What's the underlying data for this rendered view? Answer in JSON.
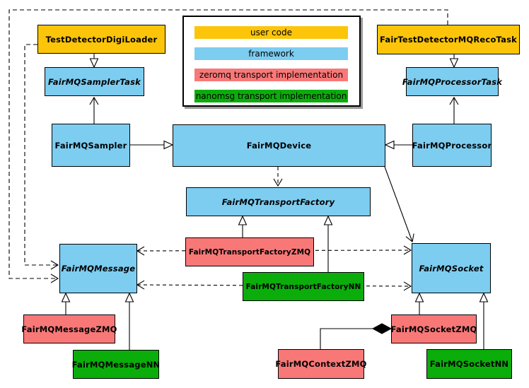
{
  "colors": {
    "user_code": "#fcc50a",
    "framework": "#7dcdf1",
    "zeromq": "#f87878",
    "nanomsg": "#0bad0b",
    "line": "#000000",
    "background": "#ffffff"
  },
  "legend": {
    "items": [
      {
        "label": "user code",
        "category": "user_code"
      },
      {
        "label": "framework",
        "category": "framework"
      },
      {
        "label": "zeromq transport implementation",
        "category": "zeromq"
      },
      {
        "label": "nanomsg transport implementation",
        "category": "nanomsg"
      }
    ]
  },
  "nodes": {
    "testDetectorDigiLoader": {
      "label": "TestDetectorDigiLoader",
      "category": "user_code",
      "abstract": false
    },
    "fairTestDetectorMQRecoTask": {
      "label": "FairTestDetectorMQRecoTask",
      "category": "user_code",
      "abstract": false
    },
    "fairMQSamplerTask": {
      "label": "FairMQSamplerTask",
      "category": "framework",
      "abstract": true
    },
    "fairMQProcessorTask": {
      "label": "FairMQProcessorTask",
      "category": "framework",
      "abstract": true
    },
    "fairMQSampler": {
      "label": "FairMQSampler",
      "category": "framework",
      "abstract": false
    },
    "fairMQDevice": {
      "label": "FairMQDevice",
      "category": "framework",
      "abstract": false
    },
    "fairMQProcessor": {
      "label": "FairMQProcessor",
      "category": "framework",
      "abstract": false
    },
    "fairMQTransportFactory": {
      "label": "FairMQTransportFactory",
      "category": "framework",
      "abstract": true
    },
    "fairMQTransportFactoryZMQ": {
      "label": "FairMQTransportFactoryZMQ",
      "category": "zeromq",
      "abstract": false
    },
    "fairMQTransportFactoryNN": {
      "label": "FairMQTransportFactoryNN",
      "category": "nanomsg",
      "abstract": false
    },
    "fairMQMessage": {
      "label": "FairMQMessage",
      "category": "framework",
      "abstract": true
    },
    "fairMQSocket": {
      "label": "FairMQSocket",
      "category": "framework",
      "abstract": true
    },
    "fairMQMessageZMQ": {
      "label": "FairMQMessageZMQ",
      "category": "zeromq",
      "abstract": false
    },
    "fairMQMessageNN": {
      "label": "FairMQMessageNN",
      "category": "nanomsg",
      "abstract": false
    },
    "fairMQContextZMQ": {
      "label": "FairMQContextZMQ",
      "category": "zeromq",
      "abstract": false
    },
    "fairMQSocketZMQ": {
      "label": "FairMQSocketZMQ",
      "category": "zeromq",
      "abstract": false
    },
    "fairMQSocketNN": {
      "label": "FairMQSocketNN",
      "category": "nanomsg",
      "abstract": false
    }
  },
  "edges": [
    {
      "from": "TestDetectorDigiLoader",
      "to": "FairMQSamplerTask",
      "type": "inheritance"
    },
    {
      "from": "FairTestDetectorMQRecoTask",
      "to": "FairMQProcessorTask",
      "type": "inheritance"
    },
    {
      "from": "FairMQSampler",
      "to": "FairMQDevice",
      "type": "inheritance"
    },
    {
      "from": "FairMQProcessor",
      "to": "FairMQDevice",
      "type": "inheritance"
    },
    {
      "from": "FairMQSampler",
      "to": "FairMQSamplerTask",
      "type": "association"
    },
    {
      "from": "FairMQProcessor",
      "to": "FairMQProcessorTask",
      "type": "association"
    },
    {
      "from": "FairMQDevice",
      "to": "FairMQTransportFactory",
      "type": "dependency"
    },
    {
      "from": "FairMQDevice",
      "to": "FairMQSocket",
      "type": "association"
    },
    {
      "from": "FairMQTransportFactoryZMQ",
      "to": "FairMQTransportFactory",
      "type": "inheritance"
    },
    {
      "from": "FairMQTransportFactoryNN",
      "to": "FairMQTransportFactory",
      "type": "inheritance"
    },
    {
      "from": "FairMQTransportFactoryZMQ",
      "to": "FairMQMessage",
      "type": "dependency"
    },
    {
      "from": "FairMQTransportFactoryZMQ",
      "to": "FairMQSocket",
      "type": "dependency"
    },
    {
      "from": "FairMQTransportFactoryNN",
      "to": "FairMQMessage",
      "type": "dependency"
    },
    {
      "from": "FairMQTransportFactoryNN",
      "to": "FairMQSocket",
      "type": "dependency"
    },
    {
      "from": "TestDetectorDigiLoader",
      "to": "FairMQMessage",
      "type": "dependency"
    },
    {
      "from": "FairTestDetectorMQRecoTask",
      "to": "FairMQMessage",
      "type": "dependency"
    },
    {
      "from": "FairMQMessageZMQ",
      "to": "FairMQMessage",
      "type": "inheritance"
    },
    {
      "from": "FairMQMessageNN",
      "to": "FairMQMessage",
      "type": "inheritance"
    },
    {
      "from": "FairMQSocketZMQ",
      "to": "FairMQSocket",
      "type": "inheritance"
    },
    {
      "from": "FairMQSocketNN",
      "to": "FairMQSocket",
      "type": "inheritance"
    },
    {
      "from": "FairMQSocketZMQ",
      "to": "FairMQContextZMQ",
      "type": "composition"
    }
  ]
}
